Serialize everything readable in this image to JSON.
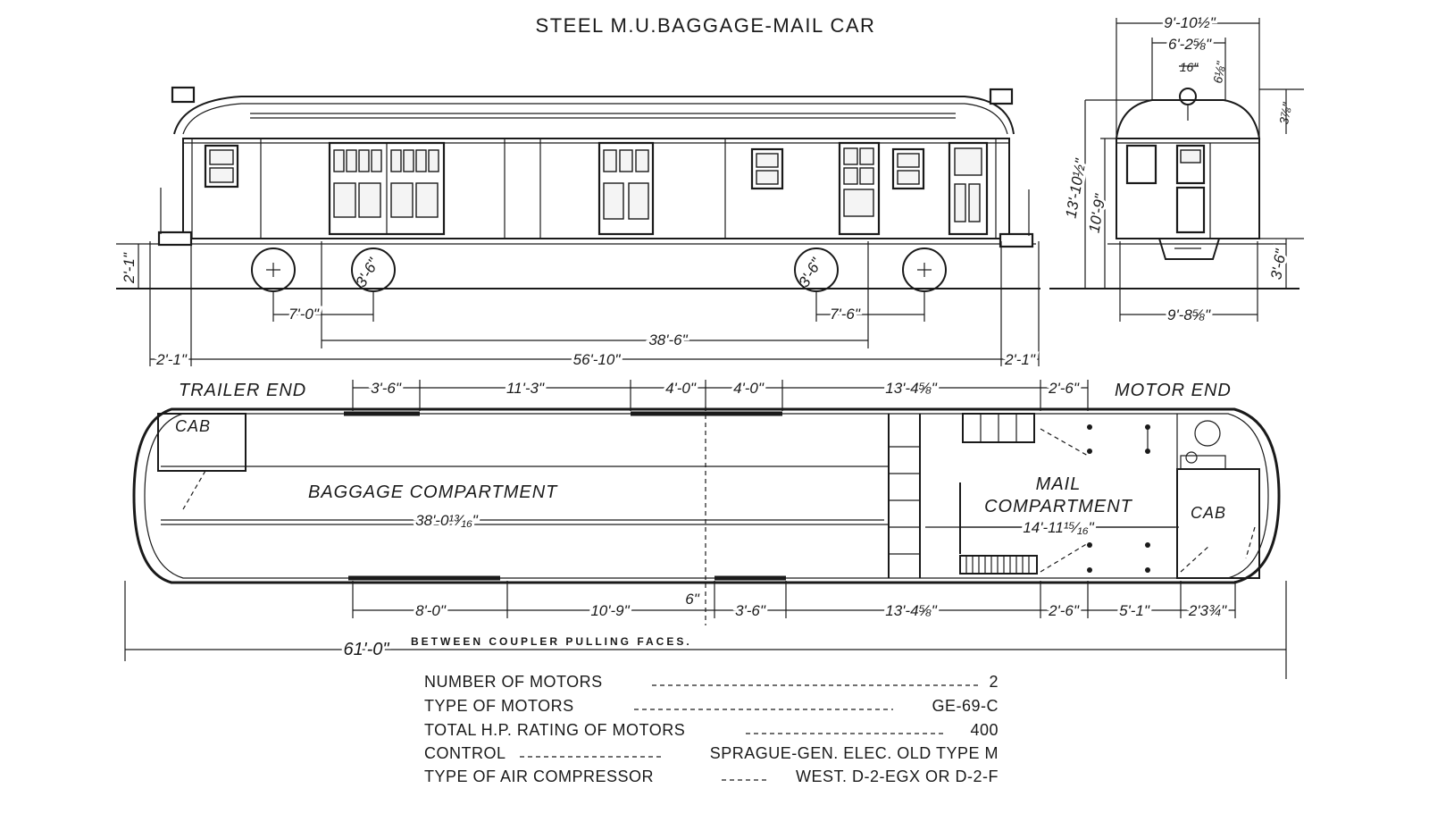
{
  "title": "STEEL M.U.BAGGAGE-MAIL CAR",
  "side_view": {
    "dims": {
      "coupler_height": "2'-1\"",
      "wheel_dia_left": "3'-6\"",
      "wheel_dia_right": "3'-6\"",
      "wheelbase_left": "7'-0\"",
      "wheelbase_right": "7'-6\"",
      "truck_centers": "38'-6\"",
      "body_length": "56'-10\"",
      "overhang_left": "2'-1\"",
      "overhang_right": "2'-1\""
    }
  },
  "end_view": {
    "dims": {
      "width_top": "9'-10½\"",
      "roof_width": "6'-2⅝\"",
      "headlight": "16\"",
      "small_6": "6⅛\"",
      "small_3": "3⅞\"",
      "height_total": "13'-10½\"",
      "height_body": "10'-9\"",
      "floor_height": "3'-6\"",
      "width_bottom": "9'-8⅝\""
    }
  },
  "plan_view": {
    "trailer_end": "TRAILER END",
    "motor_end": "MOTOR END",
    "cab_left": "CAB",
    "cab_right": "CAB",
    "baggage_label": "BAGGAGE COMPARTMENT",
    "baggage_length": "38'-0¹³⁄₁₆\"",
    "mail_label_1": "MAIL",
    "mail_label_2": "COMPARTMENT",
    "mail_length": "14'-11¹⁵⁄₁₆\"",
    "top_dims": [
      "3'-6\"",
      "11'-3\"",
      "4'-0\"",
      "4'-0\"",
      "13'-4⅝\"",
      "2'-6\""
    ],
    "bottom_dims": [
      "8'-0\"",
      "10'-9\"",
      "6\"",
      "3'-6\"",
      "13'-4⅝\"",
      "2'-6\"",
      "5'-1\"",
      "2'3¾\""
    ],
    "overall_length": "61'-0\"",
    "overall_note": "BETWEEN COUPLER PULLING FACES."
  },
  "specs": [
    {
      "label": "NUMBER OF MOTORS",
      "value": "2"
    },
    {
      "label": "TYPE OF MOTORS",
      "value": "GE-69-C"
    },
    {
      "label": "TOTAL H.P. RATING OF MOTORS",
      "value": "400"
    },
    {
      "label": "CONTROL",
      "value": "SPRAGUE-GEN. ELEC. OLD TYPE M"
    },
    {
      "label": "TYPE OF AIR COMPRESSOR",
      "value": "WEST. D-2-EGX OR D-2-F"
    }
  ]
}
